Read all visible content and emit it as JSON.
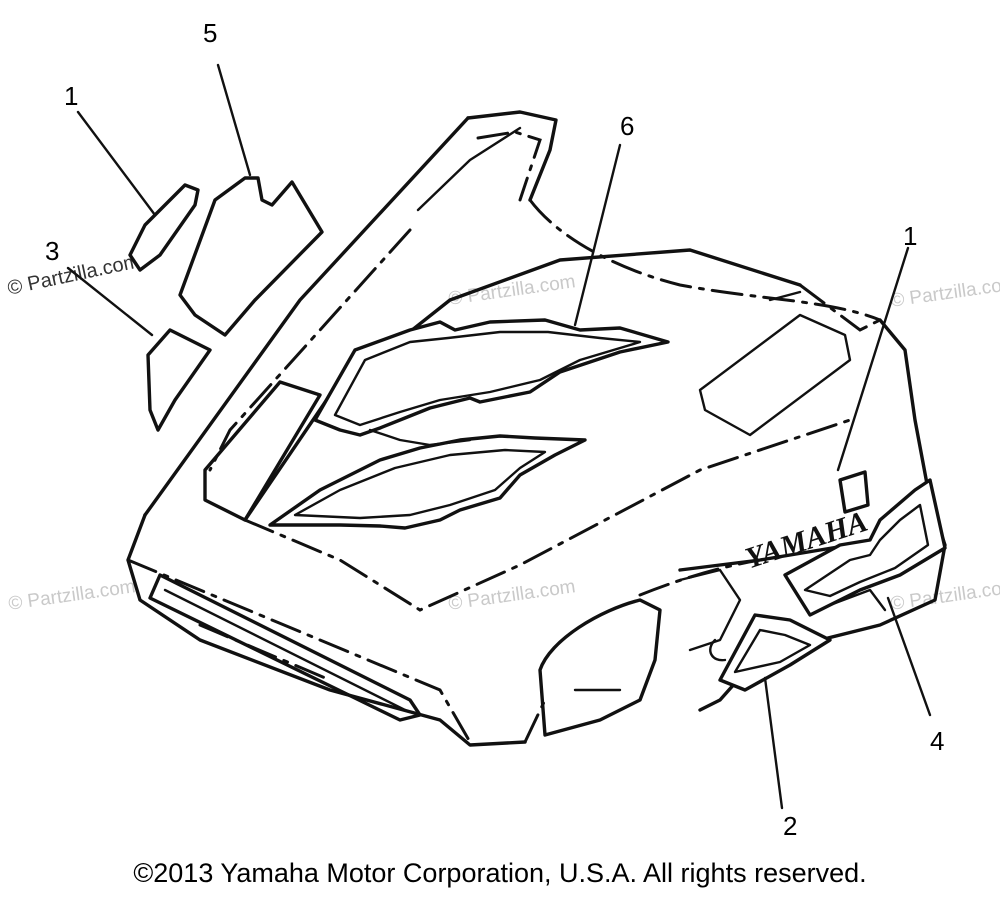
{
  "diagram": {
    "callouts": [
      {
        "id": "c1a",
        "label": "1"
      },
      {
        "id": "c1b",
        "label": "1"
      },
      {
        "id": "c2",
        "label": "2"
      },
      {
        "id": "c3",
        "label": "3"
      },
      {
        "id": "c4",
        "label": "4"
      },
      {
        "id": "c5",
        "label": "5"
      },
      {
        "id": "c6",
        "label": "6"
      }
    ],
    "decal_text": "YAMAHA"
  },
  "watermarks": {
    "primary": "© Partzilla.com",
    "faint": "© Partzilla.com"
  },
  "footer": {
    "copyright": "©2013 Yamaha Motor Corporation, U.S.A. All rights reserved."
  }
}
